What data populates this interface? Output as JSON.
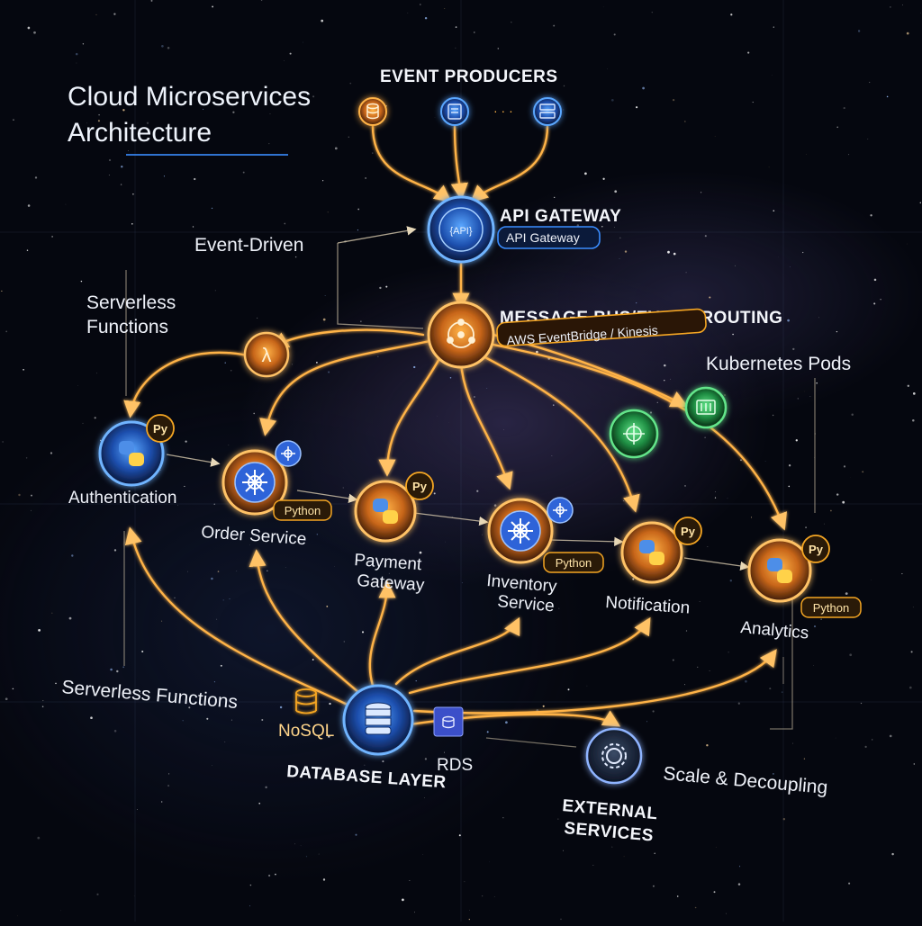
{
  "diagram": {
    "title_line1": "Cloud Microservices",
    "title_line2": "Architecture",
    "event_producers": {
      "label": "EVENT PRODUCERS",
      "ellipsis": "· · ·"
    },
    "api_gateway": {
      "label": "API GATEWAY",
      "sublabel": "API Gateway",
      "icon_text": "{API}"
    },
    "message_bus": {
      "label": "MESSAGE BUS/EVENT ROUTING",
      "sublabel": "AWS EventBridge / Kinesis"
    },
    "annotations": {
      "event_driven": "Event-Driven",
      "serverless_top_1": "Serverless",
      "serverless_top_2": "Functions",
      "kubernetes_pods": "Kubernetes Pods",
      "serverless_bottom": "Serverless Functions",
      "scale_decoupling": "Scale & Decoupling"
    },
    "services": {
      "authentication": {
        "label": "Authentication",
        "badge": "Py"
      },
      "order": {
        "label": "Order Service",
        "badge": "Python"
      },
      "payment_1": "Payment",
      "payment_2": "Gateway",
      "payment_badge": "Py",
      "inventory_1": "Inventory",
      "inventory_2": "Service",
      "inventory_badge": "Python",
      "notification": {
        "label": "Notification",
        "badge": "Py"
      },
      "analytics": {
        "label": "Analytics",
        "badge_1": "Py",
        "badge_2": "Python"
      }
    },
    "database": {
      "label": "DATABASE LAYER",
      "nosql": "NoSQL",
      "rds": "RDS"
    },
    "external": {
      "line1": "EXTERNAL",
      "line2": "SERVICES"
    },
    "colors": {
      "orange": "#f5a623",
      "blue": "#3a8dff",
      "green": "#3fd46a",
      "background": "#05070f"
    },
    "icons": [
      "database-icon",
      "api-icon",
      "lambda-icon",
      "python-icon",
      "kubernetes-icon",
      "router-icon",
      "gear-icon"
    ]
  }
}
